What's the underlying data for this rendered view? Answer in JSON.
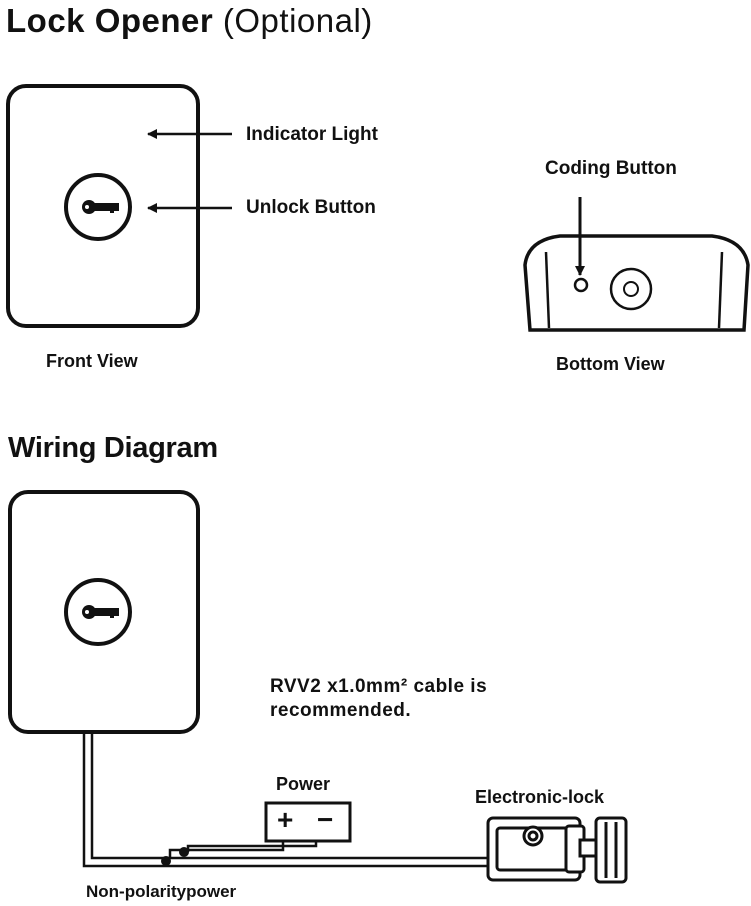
{
  "title": {
    "main": "Lock Opener",
    "sub": " (Optional)"
  },
  "front_view": {
    "indicator_label": "Indicator Light",
    "unlock_label": "Unlock Button",
    "caption": "Front View"
  },
  "bottom_view": {
    "coding_label": "Coding Button",
    "caption": "Bottom View"
  },
  "wiring": {
    "title": "Wiring Diagram",
    "cable_note_line1": "RVV2 x1.0mm² cable is",
    "cable_note_line2": "recommended.",
    "power_label": "Power",
    "plus": "+",
    "minus": "−",
    "lock_label": "Electronic-lock",
    "nonpolarity_label": "Non-polaritypower"
  }
}
